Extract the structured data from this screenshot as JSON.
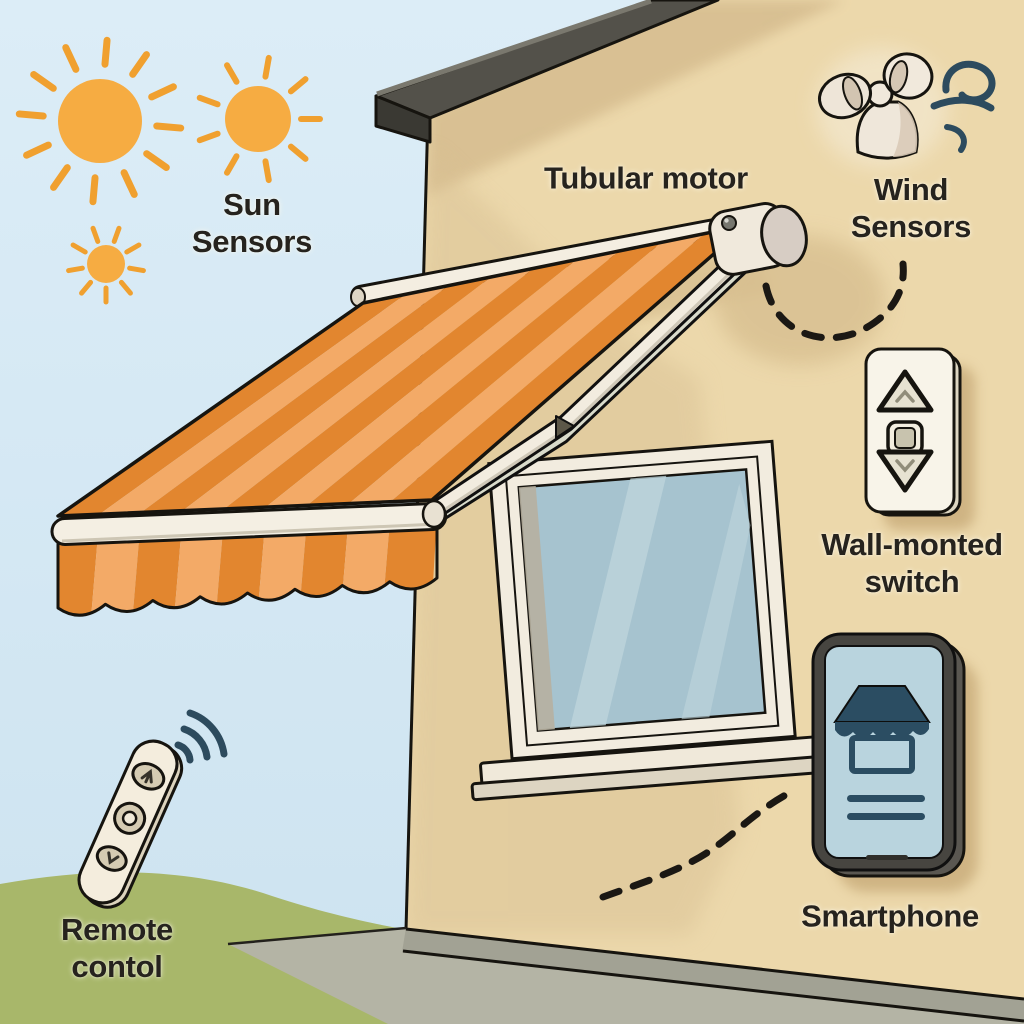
{
  "labels": {
    "sun_sensors": {
      "line1": "Sun",
      "line2": "Sensors"
    },
    "tubular_motor": {
      "line1": "Tubular motor"
    },
    "wind_sensors": {
      "line1": "Wind",
      "line2": "Sensors"
    },
    "wall_switch": {
      "line1": "Wall-monted",
      "line2": "switch"
    },
    "smartphone": {
      "line1": "Smartphone"
    },
    "remote_control": {
      "line1": "Remote",
      "line2": "contol"
    }
  },
  "colors": {
    "sky": "#d9eaf5",
    "sun": "#f6ac42",
    "sun_rays": "#f0a02f",
    "wall": "#ecd8ab",
    "wall_shadow": "#d8bf92",
    "roof": "#53514a",
    "awning_stripe_dark": "#e2862f",
    "awning_stripe_light": "#f3aa67",
    "hardware_cream": "#f4eee1",
    "window_glass": "#a6c3cf",
    "grass": "#a8b76a",
    "pavement": "#b4b4a5",
    "navy_accent": "#2d4b5e",
    "outline": "#16140f",
    "text": "#26231e"
  },
  "icons": [
    "sun-icon",
    "anemometer-icon",
    "wind-lines-icon",
    "tubular-motor-icon",
    "awning-fabric",
    "awning-valance",
    "front-bar",
    "folding-arm",
    "window",
    "wall-switch-icon",
    "switch-up-button",
    "switch-stop-button",
    "switch-down-button",
    "smartphone-icon",
    "awning-app-icon",
    "wifi-waves-icon",
    "remote-control-icon",
    "dashed-connector-motor-wind",
    "dashed-connector-wall-phone"
  ]
}
